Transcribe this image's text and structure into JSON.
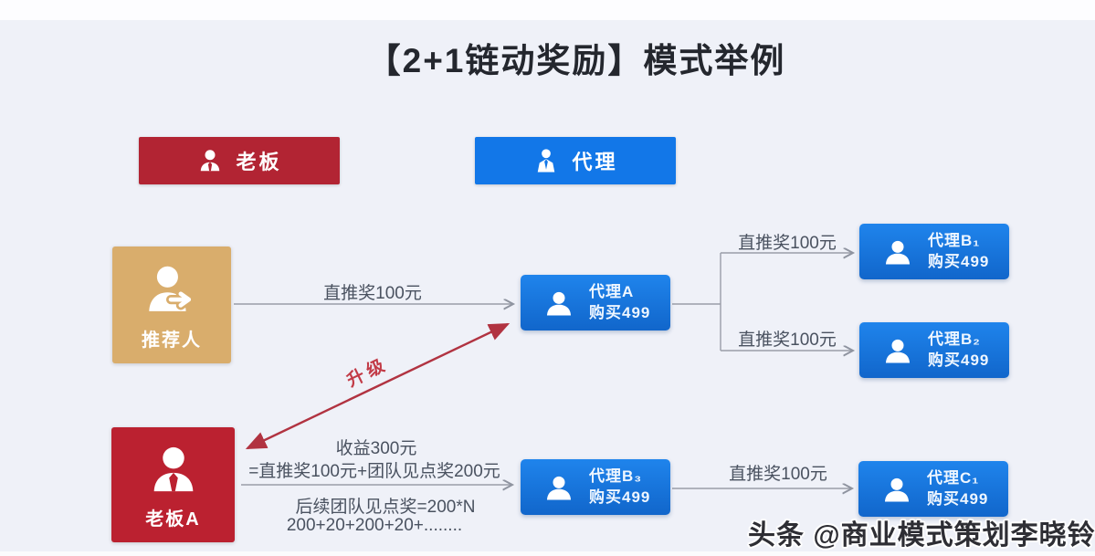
{
  "title": "【2+1链动奖励】模式举例",
  "legend": {
    "boss": {
      "label": "老板",
      "color": "#b22433"
    },
    "agent": {
      "label": "代理",
      "color": "#1277e8"
    }
  },
  "nodes": {
    "referrer": {
      "label": "推荐人",
      "color": "#d9ad6c"
    },
    "bossA": {
      "label": "老板A",
      "color": "#bb2130"
    },
    "agentA": {
      "name": "代理A",
      "sub": "购买499"
    },
    "agentB1": {
      "name": "代理B₁",
      "sub": "购买499"
    },
    "agentB2": {
      "name": "代理B₂",
      "sub": "购买499"
    },
    "agentB3": {
      "name": "代理B₃",
      "sub": "购买499"
    },
    "agentC1": {
      "name": "代理C₁",
      "sub": "购买499"
    }
  },
  "edges": {
    "referrer_to_agentA": {
      "label": "直推奖100元"
    },
    "agentA_to_agentB1": {
      "label": "直推奖100元"
    },
    "agentA_to_agentB2": {
      "label": "直推奖100元"
    },
    "agentB3_to_agentC1": {
      "label": "直推奖100元"
    },
    "bossA_to_agentA": {
      "label": "升级",
      "color": "#c23b47"
    },
    "bossA_to_agentB3": {
      "line1": "收益300元",
      "line2": "=直推奖100元+团队见点奖200元",
      "line3": "后续团队见点奖=200*N",
      "line4": "200+20+200+20+........"
    }
  },
  "watermark": "头条 @商业模式策划李晓铃"
}
